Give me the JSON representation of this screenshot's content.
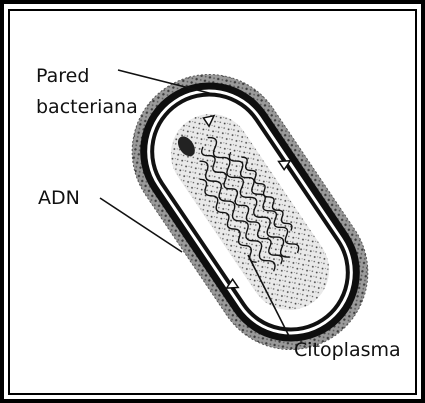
{
  "diagram": {
    "subject": "bacterium",
    "labels": {
      "wall_line1": "Pared",
      "wall_line2": "bacteriana",
      "dna": "ADN",
      "cytoplasm": "Citoplasma"
    }
  }
}
